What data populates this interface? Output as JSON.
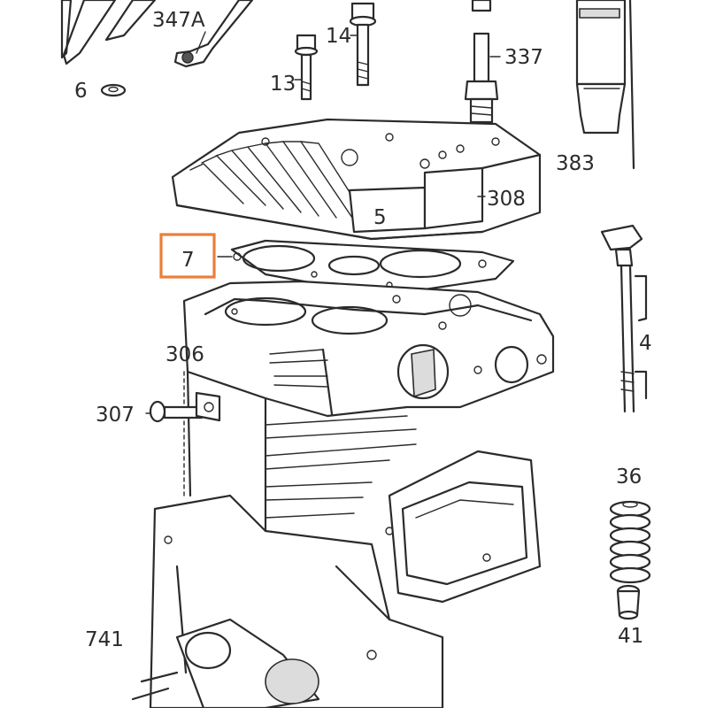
{
  "labels": {
    "l347a": "347A",
    "l14": "14",
    "l337": "337",
    "l6": "6",
    "l13": "13",
    "l383": "383",
    "l308": "308",
    "l5": "5",
    "l7": "7",
    "l306": "306",
    "l307": "307",
    "l36": "36",
    "l4": "4",
    "l41": "41",
    "l741": "741"
  },
  "highlight": {
    "label": "7",
    "color": "#e8803a"
  }
}
